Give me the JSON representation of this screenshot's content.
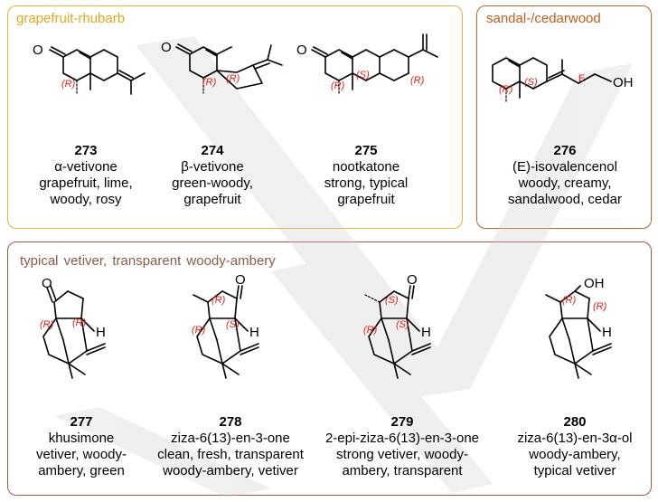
{
  "panels": {
    "grapefruit": {
      "title": "grapefruit-rhubarb",
      "color": "#e8b33a"
    },
    "sandal": {
      "title": "sandal-/cedarwood",
      "color": "#b5652a"
    },
    "vetiver": {
      "title": "typical vetiver, transparent woody-ambery",
      "color": "#9a5a4a"
    }
  },
  "compounds": [
    {
      "num": "273",
      "name": "α-vetivone",
      "desc1": "grapefruit, lime,",
      "desc2": "woody, rosy"
    },
    {
      "num": "274",
      "name": "β-vetivone",
      "desc1": "green-woody,",
      "desc2": "grapefruit"
    },
    {
      "num": "275",
      "name": "nootkatone",
      "desc1": "strong, typical",
      "desc2": "grapefruit"
    },
    {
      "num": "276",
      "name": "(E)-isovalencenol",
      "desc1": "woody, creamy,",
      "desc2": "sandalwood, cedar"
    },
    {
      "num": "277",
      "name": "khusimone",
      "desc1": "vetiver, woody-",
      "desc2": "ambery, green"
    },
    {
      "num": "278",
      "name": "ziza-6(13)-en-3-one",
      "desc1": "clean, fresh, transparent",
      "desc2": "woody-ambery, vetiver"
    },
    {
      "num": "279",
      "name": "2-epi-ziza-6(13)-en-3-one",
      "desc1": "strong vetiver, woody-",
      "desc2": "ambery, transparent"
    },
    {
      "num": "280",
      "name": "ziza-6(13)-en-3α-ol",
      "desc1": "woody-ambery,",
      "desc2": "typical vetiver"
    }
  ],
  "labels": {
    "o": "O",
    "oh": "OH",
    "h": "H",
    "e": "E",
    "r": "(R)",
    "s": "(S)"
  },
  "colors": {
    "stereo": "#e0201a",
    "bond": "#000000"
  }
}
